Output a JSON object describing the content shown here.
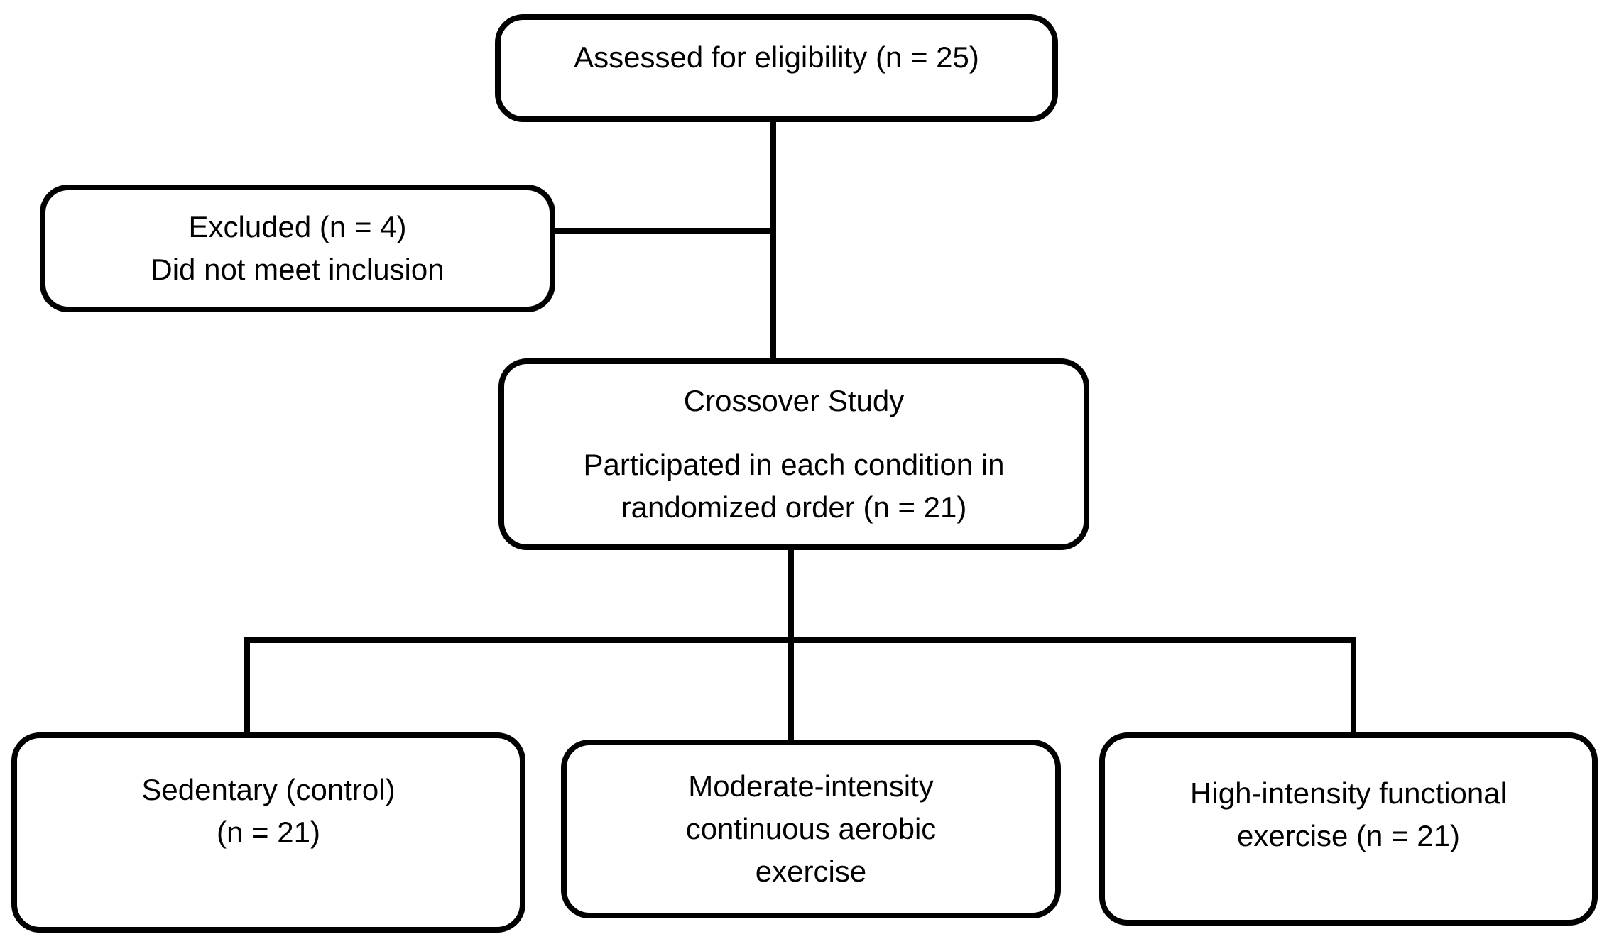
{
  "diagram": {
    "kind": "study-flow-diagram",
    "colors": {
      "background": "#ffffff",
      "line": "#000000",
      "text": "#000000",
      "box_fill": "#ffffff"
    },
    "boxes": {
      "assessed": {
        "lines": [
          "Assessed for eligibility (n = 25)"
        ]
      },
      "excluded": {
        "lines": [
          "Excluded (n = 4)",
          "Did not meet inclusion"
        ]
      },
      "crossover": {
        "title": "Crossover Study",
        "lines": [
          "Participated in each condition in",
          "randomized order (n = 21)"
        ]
      },
      "sedentary": {
        "lines": [
          "Sedentary (control)",
          "(n = 21)"
        ]
      },
      "moderate": {
        "lines": [
          "Moderate-intensity",
          "continuous aerobic",
          "exercise"
        ]
      },
      "high": {
        "lines": [
          "High-intensity functional",
          "exercise (n = 21)"
        ]
      }
    }
  }
}
